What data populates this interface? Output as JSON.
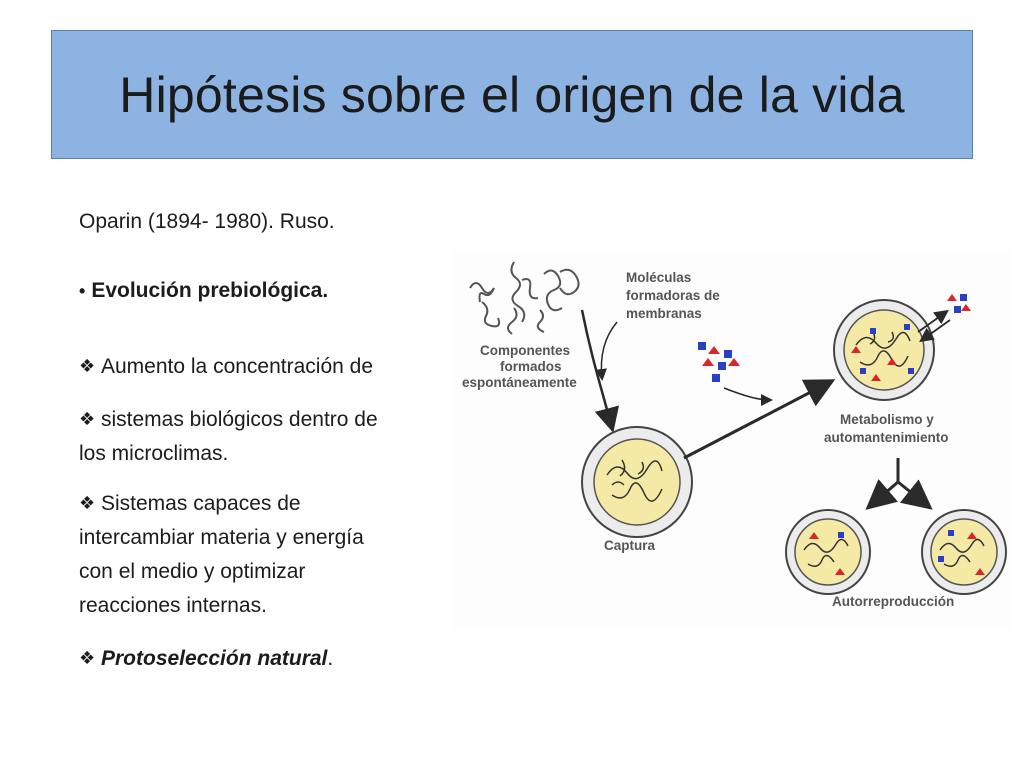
{
  "slide": {
    "title": "Hipótesis sobre el origen de la vida",
    "subtitle_line": "Oparin (1894- 1980). Ruso.",
    "bullet_main": "Evolución prebiológica.",
    "items": [
      "Aumento  la concentración de",
      "sistemas biológicos dentro de",
      "los microclimas.",
      "Sistemas capaces de",
      "intercambiar materia y energía",
      "con el medio y optimizar",
      "reacciones internas."
    ],
    "protoseleccion": "Protoselección natural",
    "period": "."
  },
  "diagram": {
    "label_moleculas_1": "Moléculas",
    "label_moleculas_2": "formadoras de",
    "label_moleculas_3": "membranas",
    "label_componentes_1": "Componentes",
    "label_componentes_2": "formados",
    "label_componentes_3": "espontáneamente",
    "label_captura": "Captura",
    "label_metabolismo_1": "Metabolismo y",
    "label_metabolismo_2": "automantenimiento",
    "label_autorreproduccion": "Autorreproducción"
  },
  "colors": {
    "title_bg": "#8db3e2",
    "cell_fill": "#f5e9a6",
    "molecule_red": "#d8262a",
    "molecule_blue": "#2b3fc4"
  }
}
